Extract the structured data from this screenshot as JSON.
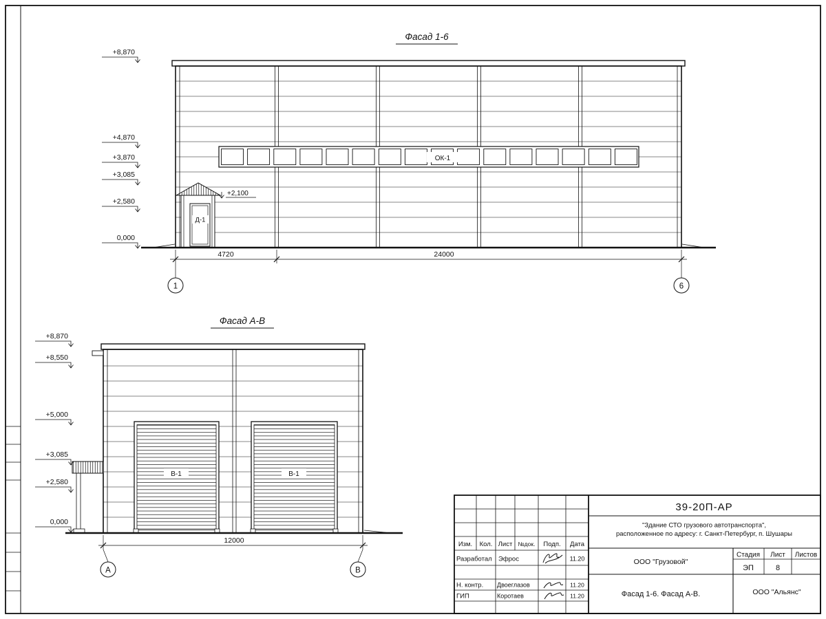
{
  "facade_top": {
    "title": "Фасад 1-6",
    "elevations": [
      "+8,870",
      "+4,870",
      "+3,870",
      "+3,085",
      "+2,580",
      "0,000"
    ],
    "canopy_elevation": "+2,100",
    "window_band_label": "ОК-1",
    "door_label": "Д-1",
    "dim_door_offset": "4720",
    "dim_total": "24000",
    "axis_left": "1",
    "axis_right": "6"
  },
  "facade_side": {
    "title": "Фасад А-В",
    "elevations": [
      "+8,870",
      "+8,550",
      "+5,000",
      "+3,085",
      "+2,580",
      "0,000"
    ],
    "gate_label": "В-1",
    "dim_total": "12000",
    "axis_left": "А",
    "axis_right": "В"
  },
  "title_block": {
    "doc_number": "39-20П-АР",
    "project_name_line1": "\"Здание СТО грузового автотранспорта\",",
    "project_name_line2": "расположенное по адресу: г. Санкт-Петербург, п. Шушары",
    "columns": {
      "izm": "Изм.",
      "kol": "Кол.",
      "list": "Лист",
      "ndok": "№док.",
      "podp": "Подп.",
      "data": "Дата"
    },
    "rows": [
      {
        "role": "Разработал",
        "name": "Эфрос",
        "date": "11.20"
      },
      {
        "role": "Н. контр.",
        "name": "Двоеглазов",
        "date": "11.20"
      },
      {
        "role": "ГИП",
        "name": "Коротаев",
        "date": "11.20"
      }
    ],
    "customer": "ООО \"Грузовой\"",
    "stage_header": {
      "stage": "Стадия",
      "sheet": "Лист",
      "sheets": "Листов"
    },
    "stage_value": "ЭП",
    "sheet_value": "8",
    "sheet_title": "Фасад 1-6. Фасад А-В.",
    "organization": "ООО \"Альянс\""
  }
}
